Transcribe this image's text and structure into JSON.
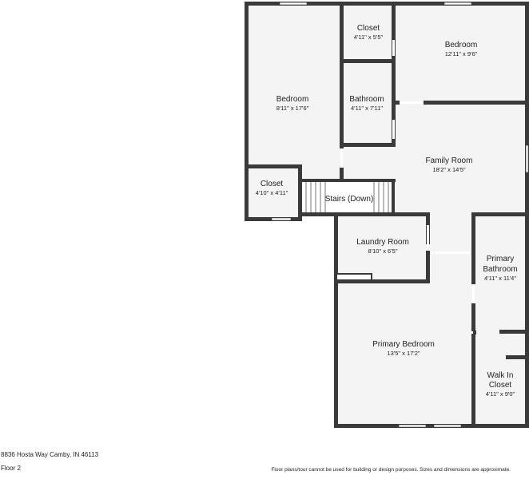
{
  "rooms": {
    "bedroom_left": {
      "name": "Bedroom",
      "dims": "8'11\" x 17'6\""
    },
    "closet_top": {
      "name": "Closet",
      "dims": "4'11\" x 5'5\""
    },
    "bedroom_right": {
      "name": "Bedroom",
      "dims": "12'11\" x 9'6\""
    },
    "bathroom": {
      "name": "Bathroom",
      "dims": "4'11\" x 7'11\""
    },
    "family_room": {
      "name": "Family Room",
      "dims": "18'2\" x 14'5\""
    },
    "closet_left": {
      "name": "Closet",
      "dims": "4'10\" x 4'11\""
    },
    "stairs": {
      "name": "Stairs (Down)"
    },
    "laundry": {
      "name": "Laundry Room",
      "dims": "8'10\" x 6'5\""
    },
    "primary_bath": {
      "name_line1": "Primary",
      "name_line2": "Bathroom",
      "dims": "4'11\" x 11'4\""
    },
    "primary_bedroom": {
      "name": "Primary Bedroom",
      "dims": "13'5\" x 17'2\""
    },
    "walk_in_closet": {
      "name_line1": "Walk In",
      "name_line2": "Closet",
      "dims": "4'11\" x 9'0\""
    }
  },
  "footer": {
    "address": "8836 Hosta Way Camby, IN 46113",
    "floor": "Floor 2",
    "disclaimer": "Floor plans/tour cannot be used for building or design purposes. Sizes and dimensions are approximate."
  },
  "colors": {
    "wall": "#3a3a3a",
    "room_fill": "#f4f4f4"
  }
}
